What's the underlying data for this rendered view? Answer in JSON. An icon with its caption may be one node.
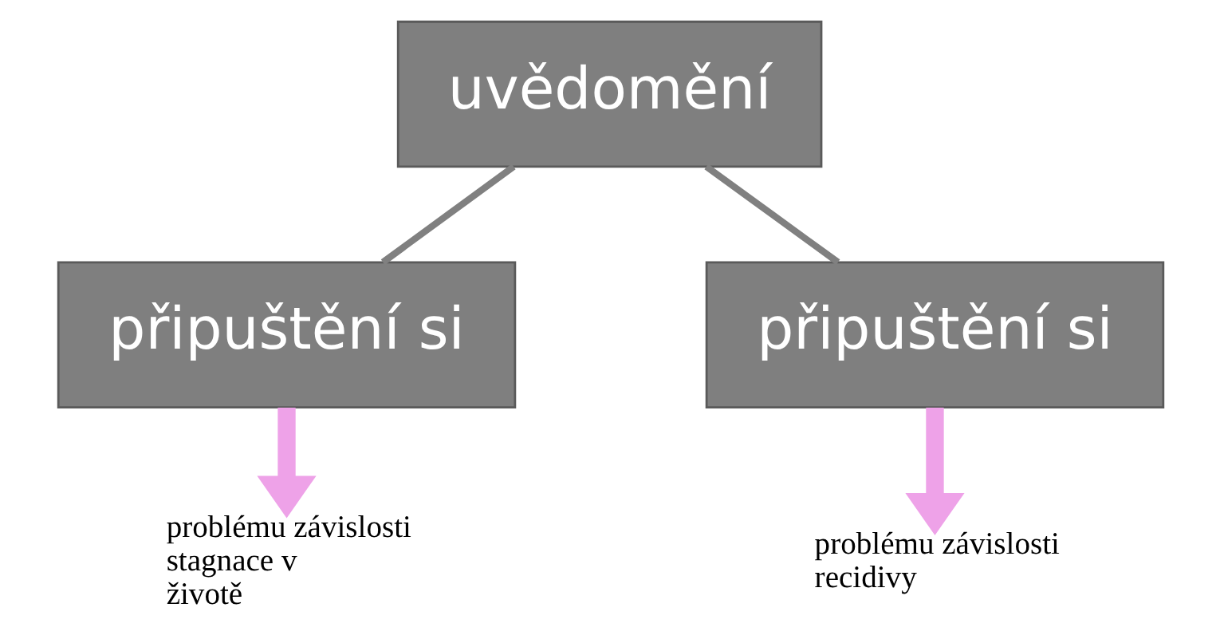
{
  "diagram": {
    "nodes": [
      {
        "text": [
          "uvědomění"
        ]
      },
      {
        "text": [
          "připuštění si"
        ]
      },
      {
        "text": [
          "připuštění si"
        ]
      },
      {
        "text": [
          "problému závislosti stagnace v životě"
        ]
      },
      {
        "text": [
          "problému závislosti recidivy"
        ]
      }
    ],
    "edges": [
      {
        "from": 0,
        "to": 1,
        "arrow": "none"
      },
      {
        "from": 0,
        "to": 2,
        "arrow": "none"
      },
      {
        "from": 1,
        "to": 3,
        "arrow": "to",
        "style": "thick",
        "color": "#eea2e8"
      },
      {
        "from": 2,
        "to": 4,
        "arrow": "to",
        "style": "thick",
        "color": "#eea2e8"
      }
    ]
  }
}
